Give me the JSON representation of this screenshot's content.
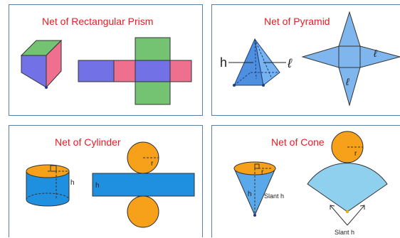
{
  "panels": [
    {
      "title": "Net of Rectangular Prism"
    },
    {
      "title": "Net of Pyramid",
      "labels": {
        "height": "h",
        "slant": "ℓ"
      }
    },
    {
      "title": "Net of Cylinder",
      "labels": {
        "height": "h",
        "radius": "r"
      }
    },
    {
      "title": "Net of Cone",
      "labels": {
        "height": "h",
        "radius": "r",
        "slant": "Slant h"
      }
    }
  ],
  "colors": {
    "title": "#e31e24",
    "border": "#5a7fa6",
    "green": "#73c373",
    "blue": "#7272e6",
    "pink": "#ee6f8e",
    "sky": "#59a8ea",
    "light_blue": "#8fd0ee",
    "orange": "#f7a11a"
  }
}
